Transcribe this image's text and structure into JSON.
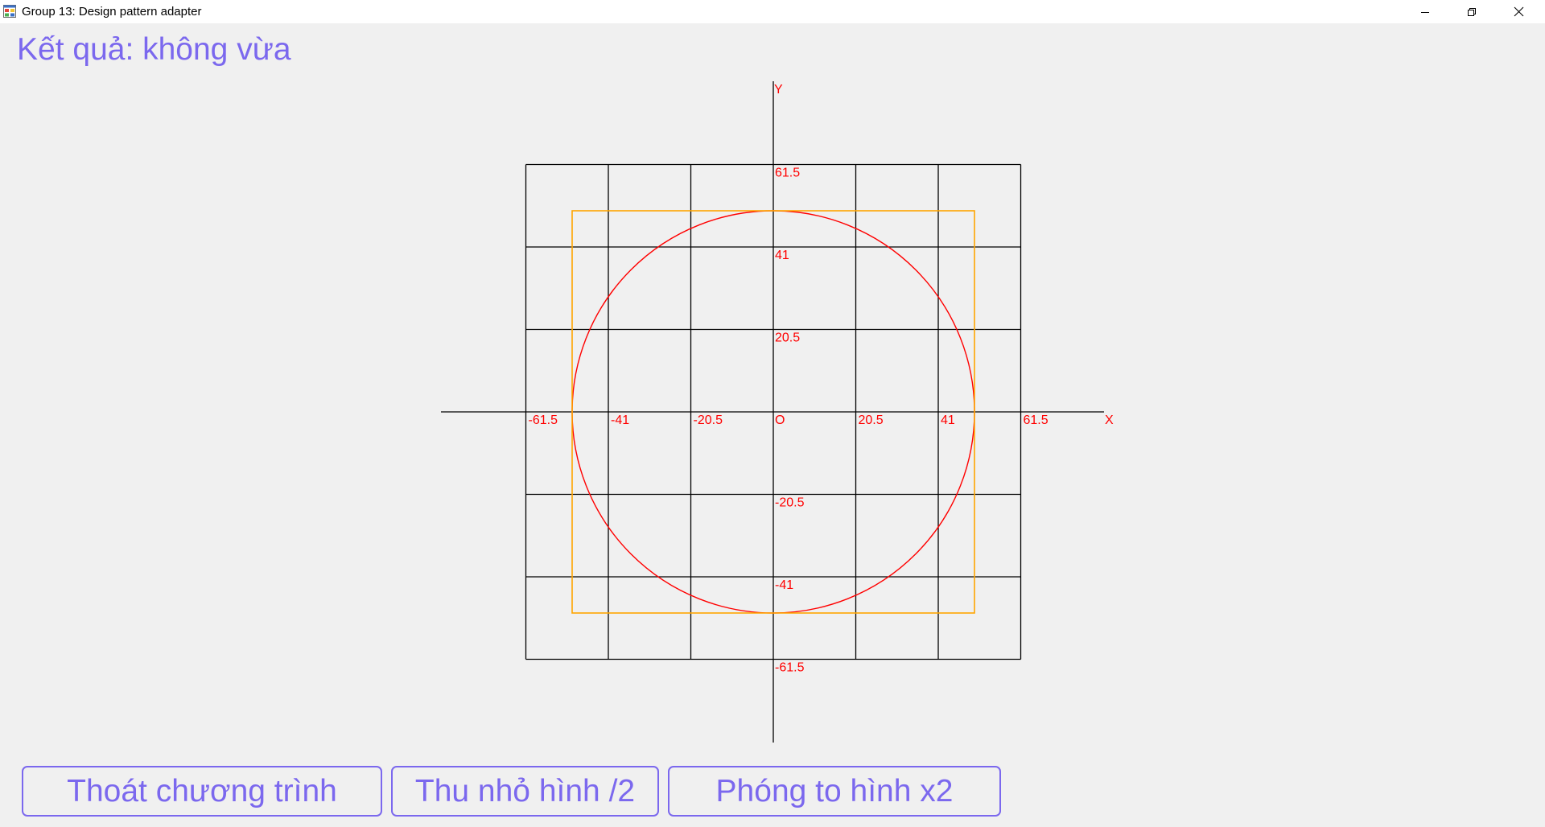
{
  "window": {
    "title": "Group 13: Design pattern adapter",
    "icon": "app-form-icon",
    "controls": [
      "minimize-icon",
      "restore-icon",
      "close-icon"
    ]
  },
  "result": {
    "text": "Kết quả: không vừa"
  },
  "chart_data": {
    "type": "scatter",
    "description_free": true,
    "xlabel": "X",
    "ylabel": "Y",
    "origin_label": "O",
    "xlim": [
      -61.5,
      61.5
    ],
    "ylim": [
      -61.5,
      61.5
    ],
    "grid": true,
    "x_ticks": [
      -61.5,
      -41,
      -20.5,
      20.5,
      41,
      61.5
    ],
    "y_ticks": [
      61.5,
      41,
      20.5,
      -20.5,
      -41,
      -61.5
    ],
    "x_tick_labels": [
      "-61.5",
      "-41",
      "-20.5",
      "20.5",
      "41",
      "61.5"
    ],
    "y_tick_labels": [
      "61.5",
      "41",
      "20.5",
      "-20.5",
      "-41",
      "-61.5"
    ],
    "shapes": [
      {
        "kind": "circle",
        "center": [
          0,
          0
        ],
        "radius": 50,
        "color": "#ff0000"
      },
      {
        "kind": "rectangle",
        "x_range": [
          -50,
          50
        ],
        "y_range": [
          -50,
          50
        ],
        "color": "#ffa500"
      }
    ],
    "colors": {
      "axis": "#000000",
      "grid": "#000000",
      "labels": "#ff0000"
    }
  },
  "buttons": {
    "exit_label": "Thoát chương trình",
    "shrink_label": "Thu nhỏ hình /2",
    "grow_label": "Phóng to hình x2"
  },
  "theme": {
    "accent": "#7b68ee",
    "background": "#f0f0f0"
  }
}
